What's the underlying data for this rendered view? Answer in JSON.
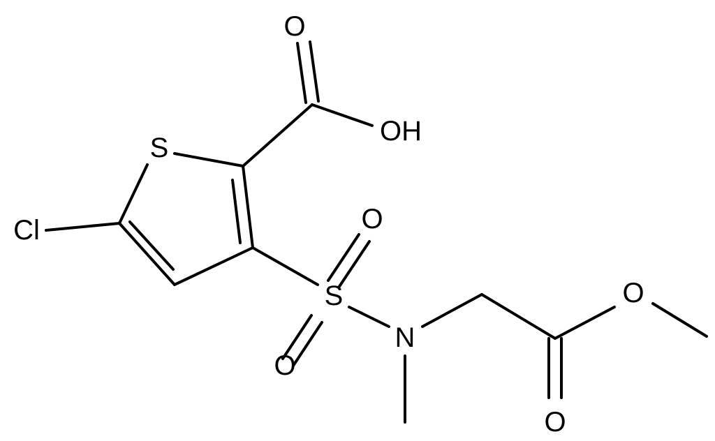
{
  "structure": {
    "atoms": {
      "thiophene_s": "S",
      "chlorine": "Cl",
      "carbonyl_o_acid": "O",
      "hydroxyl": "OH",
      "sulfonyl_s": "S",
      "sulfonyl_o_upper": "O",
      "sulfonyl_o_lower": "O",
      "nitrogen": "N",
      "ester_o": "O",
      "carbonyl_o_ester": "O"
    }
  }
}
